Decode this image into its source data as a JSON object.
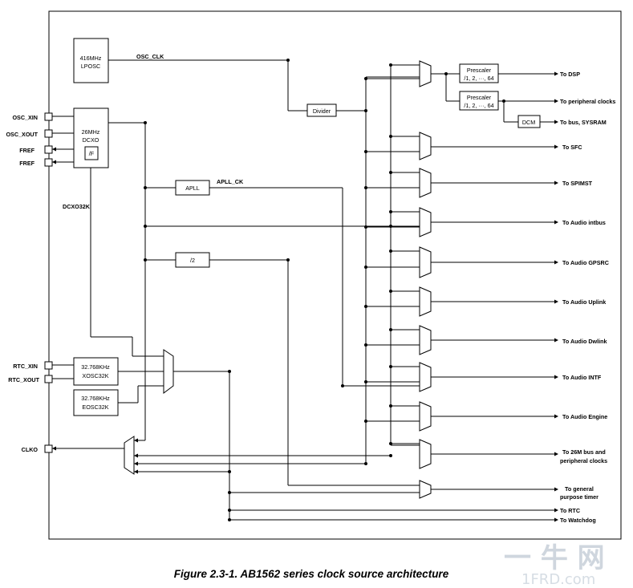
{
  "figure": {
    "caption": "Figure 2.3-1. AB1562 series clock source architecture",
    "watermark": {
      "logo_text": "一 牛 网",
      "url_text": "1FRD.com"
    }
  },
  "blocks": {
    "lposc": {
      "line1": "416MHz",
      "line2": "LPOSC"
    },
    "dcxo": {
      "line1": "26MHz",
      "line2": "DCXO",
      "div": "/F"
    },
    "xosc32k": {
      "line1": "32.768KHz",
      "line2": "XOSC32K"
    },
    "eosc32k": {
      "line1": "32.768KHz",
      "line2": "EOSC32K"
    },
    "apll": {
      "label": "APLL"
    },
    "div2": {
      "label": "/2"
    },
    "divider": {
      "label": "Divider"
    },
    "prescaler1": {
      "line1": "Prescaler",
      "line2": "/1, 2, ···, 64"
    },
    "prescaler2": {
      "line1": "Prescaler",
      "line2": "/1, 2, ···, 64"
    },
    "dcm": {
      "label": "DCM"
    }
  },
  "signals": {
    "osc_clk": "OSC_CLK",
    "apll_ck": "APLL_CK",
    "dcxo32k": "DCXO32K"
  },
  "pins": {
    "osc_xin": "OSC_XIN",
    "osc_xout": "OSC_XOUT",
    "fref1": "FREF",
    "fref2": "FREF",
    "rtc_xin": "RTC_XIN",
    "rtc_xout": "RTC_XOUT",
    "clko": "CLKO"
  },
  "outputs": {
    "dsp": "To DSP",
    "peripheral": "To peripheral clocks",
    "bus_sysram": "To bus, SYSRAM",
    "sfc": "To SFC",
    "spimst": "To SPIMST",
    "audio_intbus": "To Audio intbus",
    "audio_gpsrc": "To Audio GPSRC",
    "audio_uplink": "To Audio Uplink",
    "audio_dwlink": "To Audio Dwlink",
    "audio_intf": "To Audio INTF",
    "audio_engine": "To Audio Engine",
    "bus26m_line1": "To 26M bus and",
    "bus26m_line2": "peripheral clocks",
    "gpt_line1": "To general",
    "gpt_line2": "purpose timer",
    "rtc": "To RTC",
    "watchdog": "To Watchdog"
  }
}
